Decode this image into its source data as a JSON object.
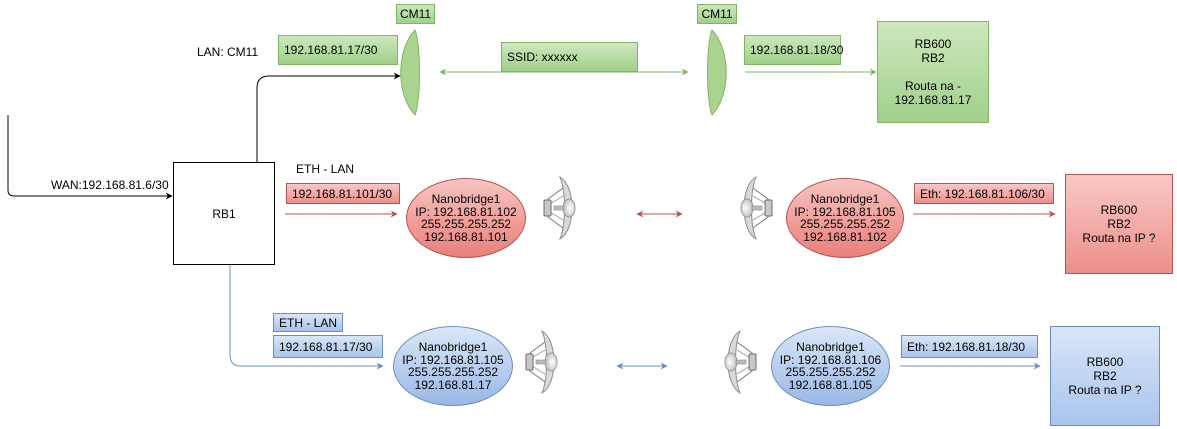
{
  "labels": {
    "lan_cm11": "LAN: CM11",
    "wan": "WAN:192.168.81.6/30",
    "eth_lan_red": "ETH - LAN"
  },
  "rb1": {
    "label": "RB1"
  },
  "green": {
    "cm11_left": "CM11",
    "cm11_right": "CM11",
    "ip_left": "192.168.81.17/30",
    "ssid": "SSID: xxxxxx",
    "ip_right": "192.168.81.18/30",
    "rb600": [
      "RB600",
      "RB2",
      "",
      "Routa na -",
      "192.168.81.17"
    ]
  },
  "red": {
    "ip_tag": "192.168.81.101/30",
    "nb_left": [
      "Nanobridge1",
      "IP: 192.168.81.102",
      "255.255.255.252",
      "192.168.81.101"
    ],
    "nb_right": [
      "Nanobridge1",
      "IP: 192.168.81.105",
      "255.255.255.252",
      "192.168.81.102"
    ],
    "eth_tag": "Eth: 192.168.81.106/30",
    "rb600": [
      "RB600",
      "RB2",
      "Routa na IP ?"
    ]
  },
  "blue": {
    "eth_lan": "ETH - LAN",
    "ip_tag": "192.168.81.17/30",
    "nb_left": [
      "Nanobridge1",
      "IP: 192.168.81.105",
      "255.255.255.252",
      "192.168.81.17"
    ],
    "nb_right": [
      "Nanobridge1",
      "IP: 192.168.81.106",
      "255.255.255.252",
      "192.168.81.105"
    ],
    "eth_tag": "Eth: 192.168.81.18/30",
    "rb600": [
      "RB600",
      "RB2",
      "Routa na IP ?"
    ]
  },
  "colors": {
    "green_stroke": "#82b366",
    "red_stroke": "#b85450",
    "blue_stroke": "#6c8ebf",
    "black_stroke": "#000000"
  },
  "icons": [
    "dish-antenna-icon",
    "dish-antenna-icon",
    "dish-antenna-icon",
    "dish-antenna-icon",
    "cm11-lens-icon",
    "cm11-lens-icon"
  ]
}
